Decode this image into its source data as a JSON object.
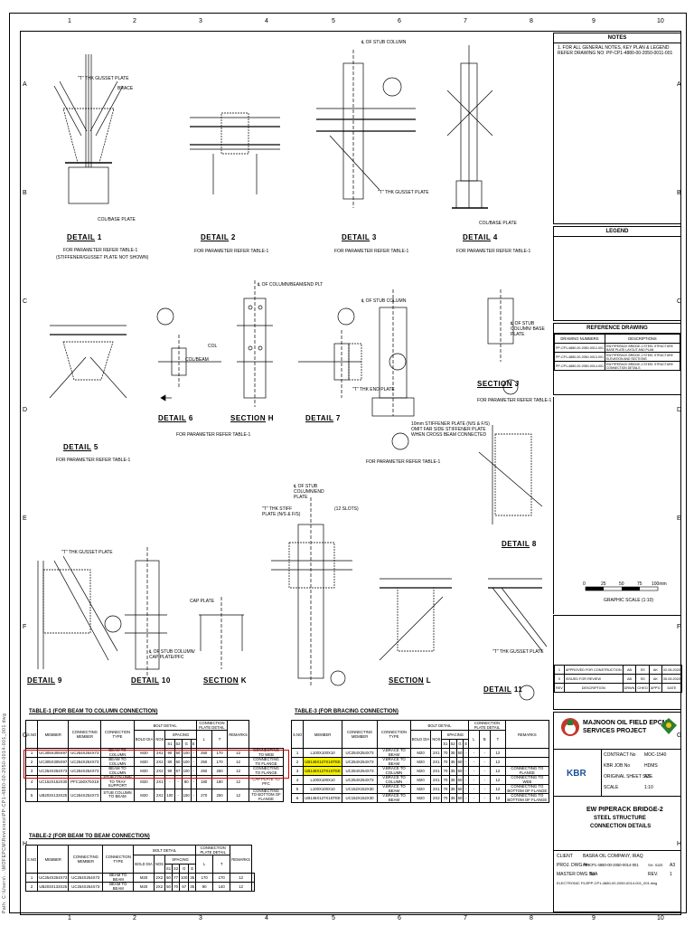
{
  "grid": {
    "columns": [
      "1",
      "2",
      "3",
      "4",
      "5",
      "6",
      "7",
      "8",
      "9",
      "10"
    ],
    "rows": [
      "A",
      "B",
      "C",
      "D",
      "E",
      "F",
      "G",
      "H"
    ]
  },
  "side_strip": "Path: C:\\Users\\...\\MOFEPCM\\Revisions\\PP-CP1-4880-00-2050-0014-001_001.dwg",
  "details": {
    "d1": {
      "title": "DETAIL",
      "num": "1",
      "ref": "FOR PARAMETER REFER TABLE-1",
      "note": "(STIFFENER/GUSSET PLATE NOT SHOWN)"
    },
    "d2": {
      "title": "DETAIL",
      "num": "2",
      "ref": "FOR PARAMETER REFER TABLE-1"
    },
    "d3": {
      "title": "DETAIL",
      "num": "3",
      "ref": "FOR PARAMETER REFER TABLE-1"
    },
    "d4": {
      "title": "DETAIL",
      "num": "4",
      "ref": "FOR PARAMETER REFER TABLE-1"
    },
    "d5": {
      "title": "DETAIL",
      "num": "5",
      "ref": "FOR PARAMETER REFER TABLE-1"
    },
    "d6": {
      "title": "DETAIL",
      "num": "6",
      "ref": "FOR PARAMETER REFER TABLE-1"
    },
    "secH": {
      "title": "SECTION",
      "num": "H"
    },
    "d7": {
      "title": "DETAIL",
      "num": "7",
      "ref": "FOR PARAMETER REFER TABLE-1"
    },
    "secJ": {
      "title": "SECTION",
      "num": "J",
      "ref": "FOR PARAMETER REFER TABLE-1"
    },
    "d8": {
      "title": "DETAIL",
      "num": "8"
    },
    "d9": {
      "title": "DETAIL",
      "num": "9"
    },
    "d10": {
      "title": "DETAIL",
      "num": "10"
    },
    "secK": {
      "title": "SECTION",
      "num": "K"
    },
    "secL": {
      "title": "SECTION",
      "num": "L"
    },
    "d11": {
      "title": "DETAIL",
      "num": "11"
    }
  },
  "labels": {
    "gusset": "\"T\" THK GUSSET PLATE",
    "brace": "BRACE",
    "col_base": "COL/BASE PLATE",
    "stub_col": "℄ OF STUB COLUMN",
    "stub_col_beam": "℄ OF COLUMN/BEAM/END PLT",
    "stub_col_cap": "℄ OF STUB COLUMN/ CAP PLATE/PFC",
    "stub_col_end": "℄ OF STUB COLUMN/END PLATE",
    "cap_plate": "CAP PLATE",
    "end_plate": "\"T\" THK END PLATE",
    "stiff_note": "10mm STIFFENER PLATE (N/S & F/S) OMIT FAR SIDE STIFFENER PLATE WHEN CROSS BEAM CONNECTED",
    "tthk_stiff": "\"T\" THK STIFF PLATE (N/S & F/S)",
    "slots": "(12 SLOTS)",
    "col": "COL",
    "col_beam": "COL/BEAM",
    "stub_base": "℄ OF STUB COLUMN/ BASE PLATE"
  },
  "notes": {
    "head": "NOTES",
    "text": "1. FOR ALL GENERAL NOTES, KEY PLAN & LEGEND REFER DRAWING NO: PP-CP1-4880-00-2050-0011-001"
  },
  "legend": {
    "head": "LEGEND"
  },
  "reference": {
    "head": "REFERENCE DRAWING",
    "col1": "DRAWING NUMBERS",
    "col2": "DESCRIPTIONS",
    "rows": [
      [
        "PP-CP1-4880-00-2050-0012-001",
        "EW PIPERACK BRIDGE-2 STEEL STRUCTURE BASE PLATE LAYOUT AND PLAN"
      ],
      [
        "PP-CP1-4880-00-2050-0013-001",
        "EW PIPERACK BRIDGE-2 STEEL STRUCTURE ELEVATION AND SECTIONS"
      ],
      [
        "PP-CP1-4880-00-2050-0014-001",
        "EW PIPERACK BRIDGE-2 STEEL STRUCTURE CONNECTION DETAILS"
      ]
    ]
  },
  "scale": {
    "ticks": [
      "0",
      "25",
      "50",
      "75",
      "100mm"
    ],
    "caption": "GRAPHIC SCALE (1:10)"
  },
  "revisions": {
    "rows": [
      [
        "1",
        "APPROVED FOR CONSTRUCTION",
        "AB",
        "SS",
        "AK",
        "02.06.2020"
      ],
      [
        "0",
        "ISSUED FOR REVIEW",
        "AB",
        "SS",
        "AK",
        "05.05.2020"
      ]
    ],
    "head": [
      "REV",
      "DESCRIPTION",
      "DRWN",
      "CHK'D",
      "APP'D",
      "DATE"
    ]
  },
  "title_block": {
    "project1": "MAJNOON OIL FIELD EPCM",
    "project2": "SERVICES PROJECT",
    "contract_no_label": "CONTRACT No",
    "contract_no": "MOC-1540",
    "job_no_label": "KBR JOB No",
    "job_no": "HDMS",
    "sheet_size_label": "ORIGINAL SHEET SIZE",
    "sheet_size": "A3",
    "scale_label": "SCALE",
    "scale": "1:10",
    "drawing_title1": "EW PIPERACK BRIDGE-2",
    "drawing_title2": "STEEL STRUCTURE",
    "drawing_title3": "CONNECTION DETAILS",
    "client_label": "CLIENT",
    "client": "BASRA OIL COMPANY, IRAQ",
    "proj_dwg_label": "PROJ. DWG No",
    "proj_dwg": "PP-CP1-4880-00-2050-0014-001",
    "sheet_label": "SH. SIZE",
    "sheet": "A3",
    "master_label": "MASTER DWG No",
    "master": "N/A",
    "rev_label": "REV.",
    "rev": "1",
    "electronic_label": "ELECTRONIC FILE",
    "electronic": "PP-CP1-4880-00-2050-0014-001_001.dwg",
    "kbr": "KBR"
  },
  "table1": {
    "title": "TABLE-1 (FOR BEAM TO COLUMN CONNECTION)",
    "head_top": [
      "BOLT DETAIL",
      "CONNECTION PLATE DETAIL",
      "SPACING"
    ],
    "head": [
      "S.NO",
      "MEMBER",
      "CONNECTING MEMBER",
      "CONNECTION TYPE",
      "BOLD DIA",
      "NOS",
      "S1",
      "S2",
      "G",
      "E",
      "L",
      "T",
      "REMARKS"
    ],
    "rows": [
      [
        "1",
        "UC305X305X97",
        "UC254X254X73",
        "BEAM TO COLUMN",
        "M20",
        "2X2",
        "90",
        "50",
        "100",
        "-",
        "250",
        "170",
        "12",
        "CONNECTING TO WEB"
      ],
      [
        "2",
        "UC305X305X97",
        "UC254X254X73",
        "BEAM TO COLUMN",
        "M20",
        "2X2",
        "80",
        "50",
        "100",
        "-",
        "250",
        "170",
        "12",
        "CONNECTING TO FLANGE"
      ],
      [
        "3",
        "UC254X254X73",
        "UC254X254X73",
        "BEAM TO COLUMN",
        "M20",
        "2X2",
        "90",
        "57",
        "100",
        "-",
        "250",
        "250",
        "12",
        "CONNECTING TO FLANGE"
      ],
      [
        "4",
        "UC152X152X30",
        "PFC150X75X18",
        "STUB COLUMN TO TRAY SUPPORT",
        "M20",
        "2X1",
        "-",
        "-",
        "80",
        "-",
        "180",
        "180",
        "12",
        "CAP PLATE TO PFC"
      ],
      [
        "5",
        "UB203X133X25",
        "UC254X254X73",
        "STUB COLUMN TO BEAM",
        "M20",
        "2X2",
        "100",
        "-",
        "150",
        "-",
        "270",
        "250",
        "12",
        "CONNECTING TO BOTTOM OF FLANGE"
      ]
    ]
  },
  "table2": {
    "title": "TABLE-2 (FOR BEAM TO BEAM CONNECTION)",
    "head_top": [
      "BOLT DETAIL",
      "CONNECTION PLATE DETAIL",
      "SPACING"
    ],
    "head": [
      "S.NO",
      "MEMBER",
      "CONNECTING MEMBER",
      "CONNECTION TYPE",
      "BOLD DIA",
      "NOS",
      "S1",
      "S2",
      "G",
      "E",
      "L",
      "T",
      "REMARKS"
    ],
    "rows": [
      [
        "1",
        "UC254X254X73",
        "UC254X254X73",
        "BEAM TO BEAM",
        "M20",
        "2X2",
        "50",
        "77",
        "100",
        "35",
        "170",
        "170",
        "12",
        ""
      ],
      [
        "2",
        "UB203X133X25",
        "UC254X254X73",
        "BEAM TO BEAM",
        "M20",
        "2X2",
        "50",
        "70",
        "67",
        "35",
        "90",
        "140",
        "12",
        ""
      ]
    ]
  },
  "table3": {
    "title": "TABLE-3 (FOR BRACING CONNECTION)",
    "head_top": [
      "BOLT DETAIL",
      "CONNECTION PLATE DETAIL",
      "SPACING"
    ],
    "head": [
      "S.NO",
      "MEMBER",
      "CONNECTING MEMBER",
      "CONNECTION TYPE",
      "BOLD DIA",
      "NOS",
      "S1",
      "S2",
      "G",
      "E",
      "L",
      "B",
      "T",
      "REMARKS"
    ],
    "rows": [
      [
        "1",
        "L100X100X10",
        "UC254X254X73",
        "V.BRACE TO BEAM",
        "M20",
        "2X1",
        "70",
        "35",
        "50",
        "-",
        "-",
        "-",
        "12",
        ""
      ],
      [
        "2",
        "UB146X127X1STEE",
        "UC254X254X73",
        "V.BRACE TO BEAM",
        "M20",
        "2X1",
        "70",
        "35",
        "60",
        "-",
        "-",
        "-",
        "12",
        ""
      ],
      [
        "3",
        "UB146X127X1STEE",
        "UC254X254X73",
        "V.BRACE TO COLUMN",
        "M20",
        "2X1",
        "70",
        "35",
        "60",
        "-",
        "-",
        "-",
        "12",
        "CONNECTING TO FLANGE"
      ],
      [
        "4",
        "L100X100X10",
        "UC254X254X73",
        "V.BRACE TO COLUMN",
        "M20",
        "2X1",
        "70",
        "35",
        "50",
        "-",
        "-",
        "-",
        "12",
        "CONNECTING TO WEB"
      ],
      [
        "5",
        "L100X100X10",
        "UC152X152X30",
        "V.BRACE TO BEAM",
        "M20",
        "2X1",
        "70",
        "35",
        "50",
        "-",
        "-",
        "-",
        "12",
        "CONNECTING TO BOTTOM OF FLANGE"
      ],
      [
        "6",
        "UB146X127X1STEE",
        "UC152X152X30",
        "V.BRACE TO BEAM",
        "M20",
        "2X2",
        "70",
        "35",
        "50",
        "-",
        "-",
        "-",
        "12",
        "CONNECTING TO BOTTOM OF FLANGE"
      ]
    ],
    "highlight_rows": [
      1,
      2
    ]
  }
}
